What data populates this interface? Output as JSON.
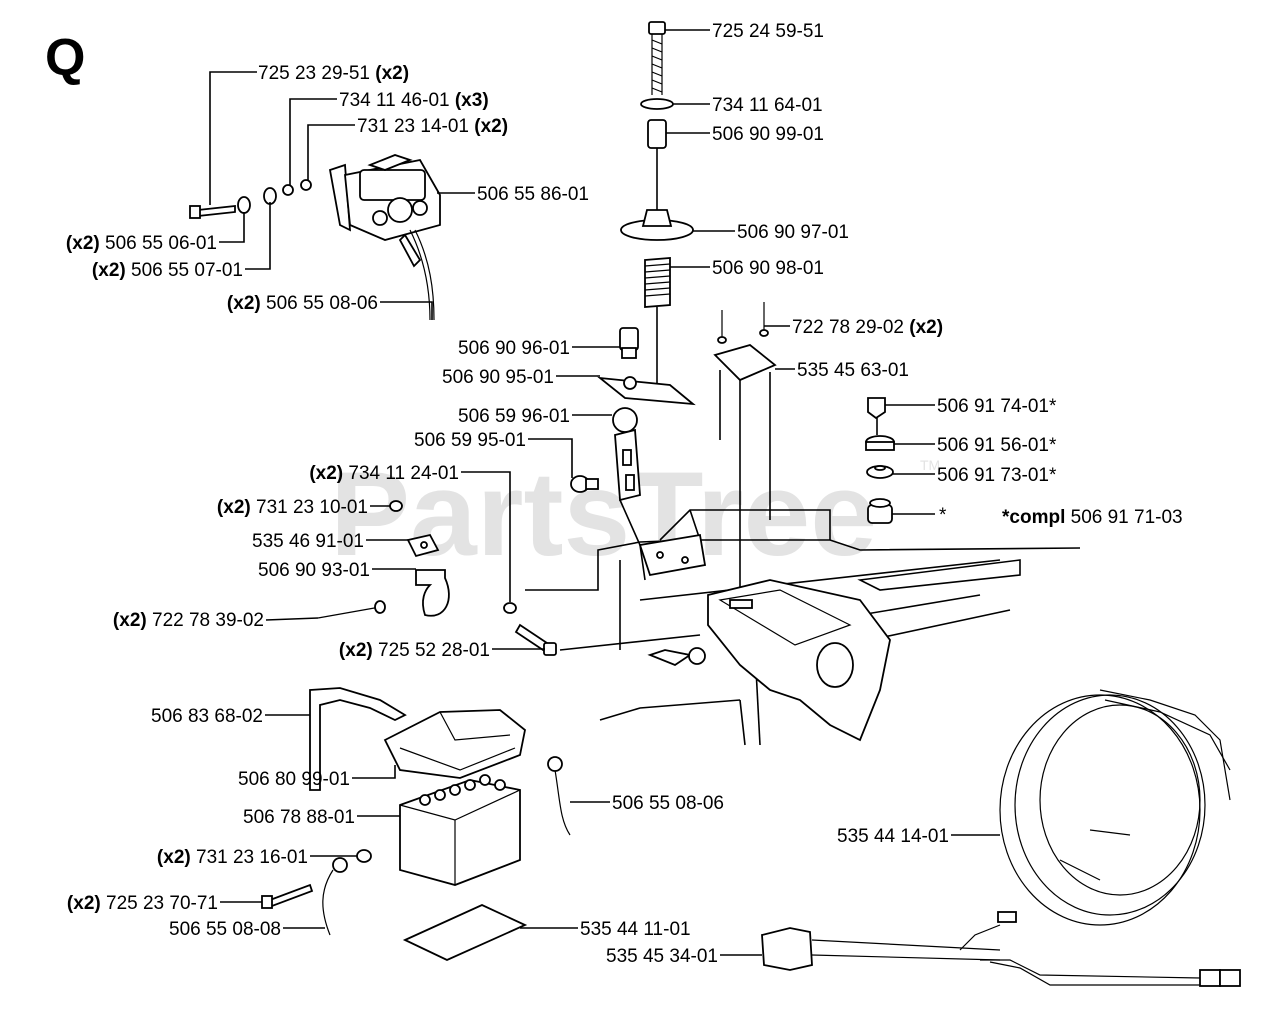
{
  "section_letter": "Q",
  "watermark": "PartsTree",
  "trademark": "TM",
  "labels": {
    "l01": {
      "text": "725 23 29-51",
      "qty": "(x2)"
    },
    "l02": {
      "text": "734 11 46-01",
      "qty": "(x3)"
    },
    "l03": {
      "text": "731 23 14-01",
      "qty": "(x2)"
    },
    "l04": {
      "text": "506 55 86-01"
    },
    "l05": {
      "qty": "(x2)",
      "text": "506 55 06-01"
    },
    "l06": {
      "qty": "(x2)",
      "text": "506 55 07-01"
    },
    "l07": {
      "qty": "(x2)",
      "text": "506 55 08-06"
    },
    "l08": {
      "text": "725 24 59-51"
    },
    "l09": {
      "text": "734 11 64-01"
    },
    "l10": {
      "text": "506 90 99-01"
    },
    "l11": {
      "text": "506 90 97-01"
    },
    "l12": {
      "text": "506 90 98-01"
    },
    "l13": {
      "text": "722 78 29-02",
      "qty": "(x2)"
    },
    "l14": {
      "text": "535 45 63-01"
    },
    "l15": {
      "text": "506 90 96-01"
    },
    "l16": {
      "text": "506 90 95-01"
    },
    "l17": {
      "text": "506 59 96-01"
    },
    "l18": {
      "text": "506 59 95-01"
    },
    "l19": {
      "text": "506 91 74-01*"
    },
    "l20": {
      "text": "506 91 56-01*"
    },
    "l21": {
      "text": "506 91 73-01*"
    },
    "l22": {
      "text": "*"
    },
    "l23": {
      "prefix": "*compl",
      "text": "506 91 71-03"
    },
    "l24": {
      "qty": "(x2)",
      "text": "734 11 24-01"
    },
    "l25": {
      "qty": "(x2)",
      "text": "731 23 10-01"
    },
    "l26": {
      "text": "535 46 91-01"
    },
    "l27": {
      "text": "506 90 93-01"
    },
    "l28": {
      "qty": "(x2)",
      "text": "722 78 39-02"
    },
    "l29": {
      "qty": "(x2)",
      "text": "725 52 28-01"
    },
    "l30": {
      "text": "506 83 68-02"
    },
    "l31": {
      "text": "506 80 99-01"
    },
    "l32": {
      "text": "506 78 88-01"
    },
    "l33": {
      "text": "506 55 08-06"
    },
    "l34": {
      "qty": "(x2)",
      "text": "731 23 16-01"
    },
    "l35": {
      "qty": "(x2)",
      "text": "725 23 70-71"
    },
    "l36": {
      "text": "506 55 08-08"
    },
    "l37": {
      "text": "535 44 11-01"
    },
    "l38": {
      "text": "535 45 34-01"
    },
    "l39": {
      "text": "535 44 14-01"
    }
  }
}
